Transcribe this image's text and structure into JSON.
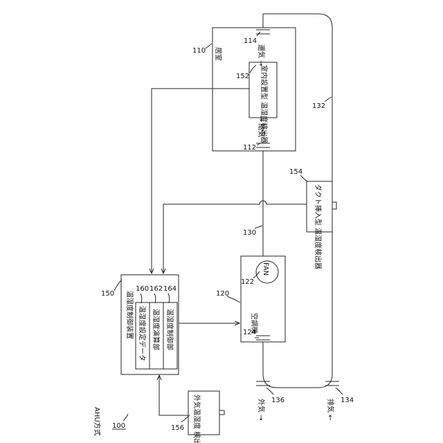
{
  "labels": {
    "system_title": "AHU方式",
    "room": "居室",
    "exhaust_room": "還気 →",
    "supply_room": "→ 給気",
    "indoor_sensor": "室内設置型 温湿度検出器",
    "duct_sensor": "ダクト挿入型 温湿度検出器",
    "ahu": "空調機",
    "fan": "FAN",
    "controller": "温湿度制御装置",
    "setting_data": "温湿度設定データ",
    "calc_unit": "温湿度演算部",
    "control_unit": "温湿度制御部",
    "outdoor_sensor": "外気温湿度 検出器",
    "outside_air": "外気 →",
    "exhaust_air": "排気 ←"
  },
  "refs": {
    "r100": "100",
    "r110": "110",
    "r112": "112",
    "r114": "114",
    "r120": "120",
    "r122": "122",
    "r124": "124",
    "r130": "130",
    "r132": "132",
    "r134": "134",
    "r136": "136",
    "r150": "150",
    "r152": "152",
    "r154": "154",
    "r156": "156",
    "r160": "160",
    "r162": "162",
    "r164": "164"
  }
}
